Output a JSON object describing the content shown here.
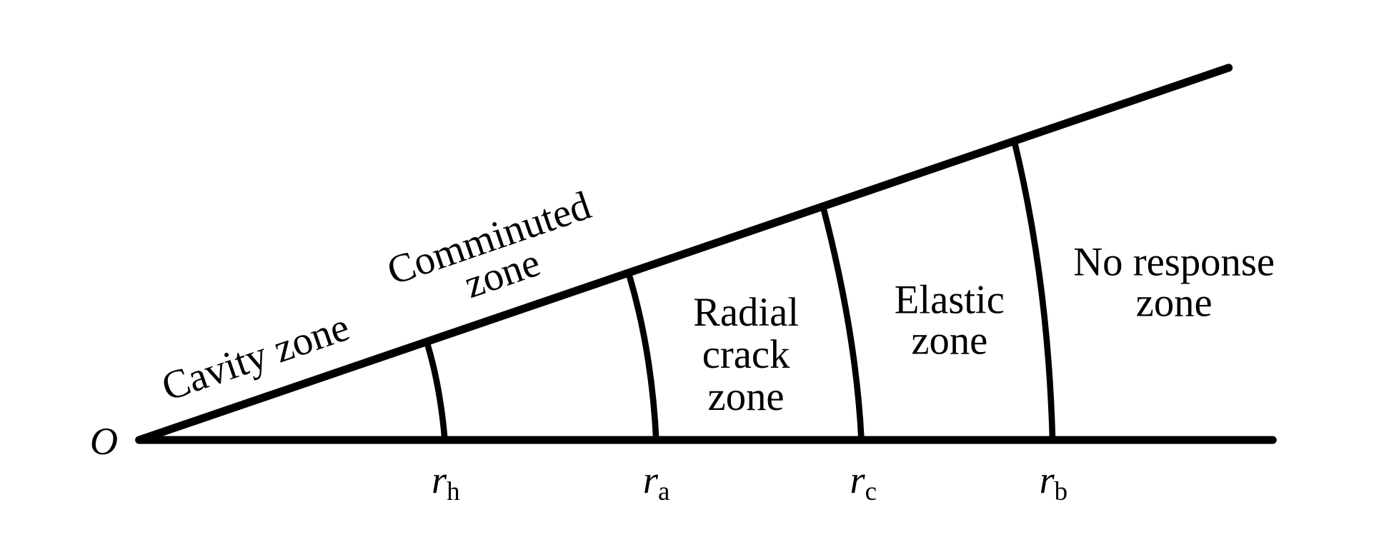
{
  "origin_label": "O",
  "zones": {
    "cavity": "Cavity zone",
    "comminuted": [
      "Comminuted",
      "zone"
    ],
    "radial": [
      "Radial",
      "crack",
      "zone"
    ],
    "elastic": [
      "Elastic",
      "zone"
    ],
    "no_response": [
      "No response",
      "zone"
    ]
  },
  "radii": [
    {
      "symbol": "r",
      "sub": "h"
    },
    {
      "symbol": "r",
      "sub": "a"
    },
    {
      "symbol": "r",
      "sub": "c"
    },
    {
      "symbol": "r",
      "sub": "b"
    }
  ],
  "colors": {
    "line": "#000000",
    "background": "#ffffff"
  }
}
